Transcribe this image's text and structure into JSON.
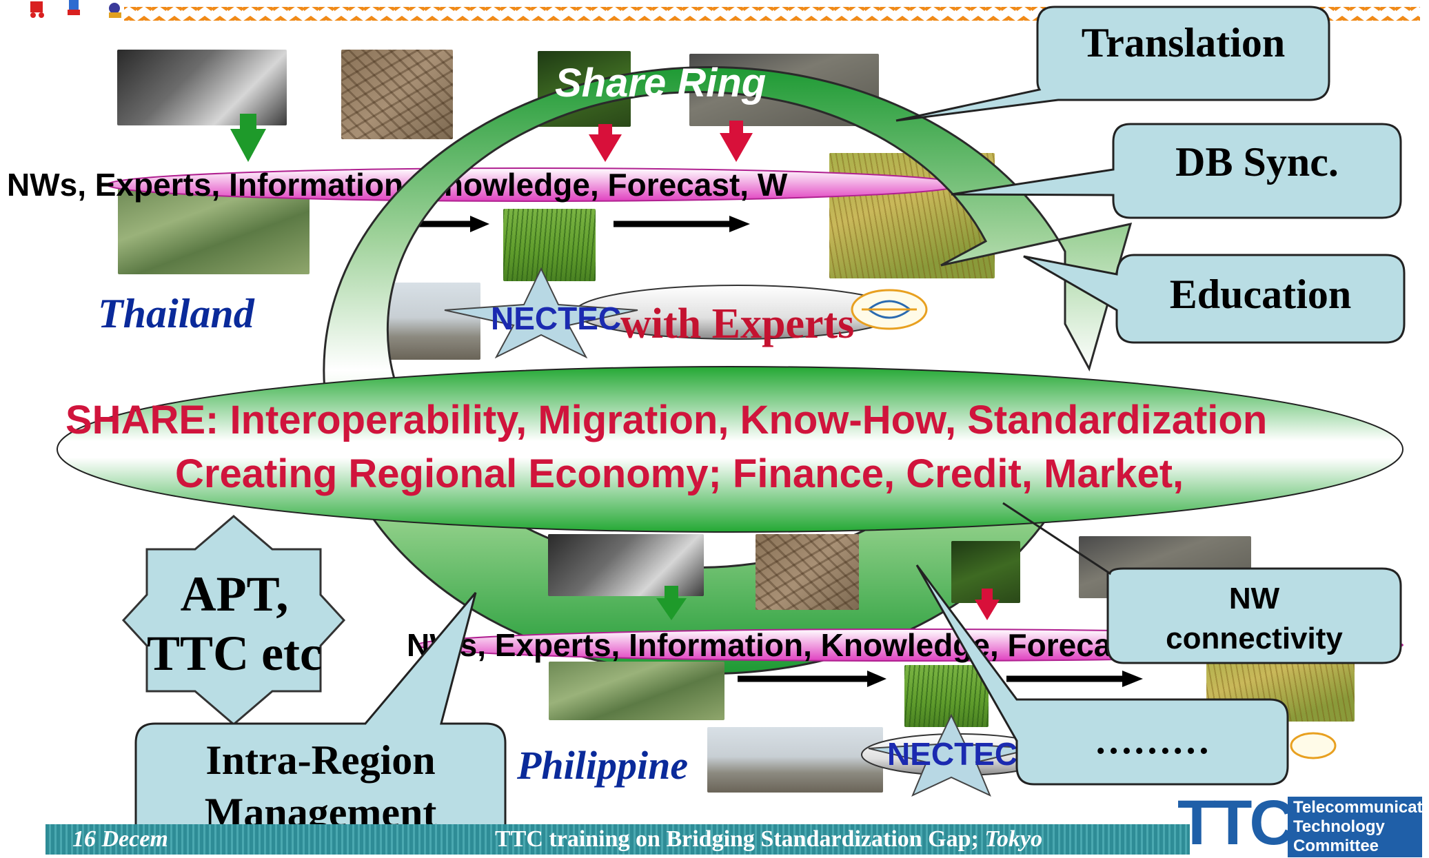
{
  "ring": {
    "title": "Share Ring"
  },
  "callouts": {
    "translation": "Translation",
    "db_sync": "DB Sync.",
    "education": "Education",
    "nw_connectivity_line1": "NW",
    "nw_connectivity_line2": "connectivity",
    "more": "………",
    "intra_region_line1": "Intra-Region",
    "intra_region_line2": "Management"
  },
  "top_region": {
    "flow_text": "NWs, Experts, Information, Knowledge, Forecast, W",
    "country": "Thailand",
    "partner": "NECTEC",
    "with_experts": "with Experts"
  },
  "share_band": {
    "line1": "SHARE: Interoperability, Migration, Know-How, Standardization",
    "line2": "Creating Regional Economy; Finance, Credit, Market,"
  },
  "apt": {
    "line1": "APT,",
    "line2": "TTC etc"
  },
  "bottom_region": {
    "flow_text": "NWs, Experts, Information, Knowledge, Forecast, Weather",
    "country": "Philippine",
    "partner": "NECTEC"
  },
  "footer": {
    "date_text": "16 Decem",
    "event_text": "TTC training on Bridging Standardization Gap; ",
    "city": "Tokyo"
  },
  "logo": {
    "mark": "TTC",
    "line1": "Telecommunication",
    "line2": "Technology",
    "line3": "Committee"
  },
  "colors": {
    "ring_green": "#1f9a3a",
    "share_red": "#d0143c",
    "callout_fill": "#b9dde4",
    "country_blue": "#0a2a9a",
    "footer_teal": "#2e8c96",
    "logo_blue": "#1f5fa8"
  }
}
